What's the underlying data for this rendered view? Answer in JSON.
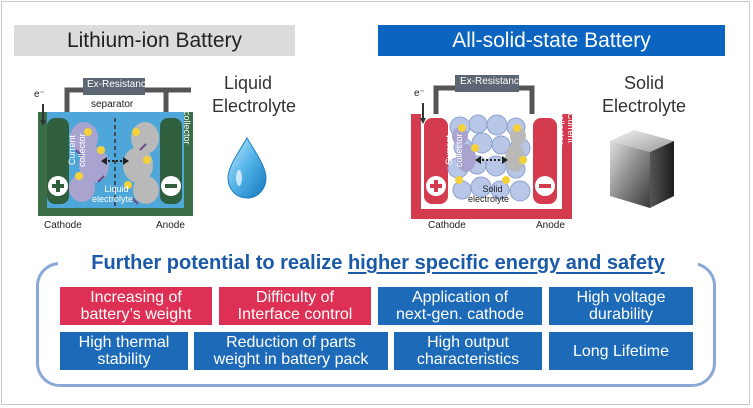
{
  "left_panel": {
    "title": "Lithium-ion Battery",
    "electrolyte_line1": "Liquid",
    "electrolyte_line2": "Electrolyte",
    "resistance_label": "Ex-Resistance",
    "separator_label": "separator",
    "collector_label_1": "Current",
    "collector_label_2": "collector",
    "liquid_label_1": "Liquid",
    "liquid_label_2": "electrolyte",
    "cathode_label": "Cathode",
    "anode_label": "Anode",
    "electron_label": "e⁻"
  },
  "right_panel": {
    "title": "All-solid-state Battery",
    "electrolyte_line1": "Solid",
    "electrolyte_line2": "Electrolyte",
    "resistance_label": "Ex-Resistance",
    "collector_label_1": "Current",
    "collector_label_2": "collector",
    "solid_label_1": "Solid",
    "solid_label_2": "electrolyte",
    "cathode_label": "Cathode",
    "anode_label": "Anode",
    "electron_label": "e⁻"
  },
  "potential": {
    "prefix": "Further potential to realize ",
    "underlined": "higher specific energy and safety"
  },
  "boxes": {
    "b1_line1": "Increasing of",
    "b1_line2": "battery’s weight",
    "b2_line1": "Difficulty of",
    "b2_line2": "Interface control",
    "b3_line1": "Application of",
    "b3_line2": "next-gen. cathode",
    "b4_line1": "High voltage",
    "b4_line2": "durability",
    "b5_line1": "High thermal",
    "b5_line2": "stability",
    "b6_line1": "Reduction of parts",
    "b6_line2": "weight in battery pack",
    "b7_line1": "High output",
    "b7_line2": "characteristics",
    "b8_line1": "Long Lifetime"
  },
  "colors": {
    "red_box": "#dd3054",
    "blue_box": "#1d6bb8",
    "header_blue": "#0a64c0",
    "header_gray": "#dcdcdc",
    "liquid_cell": "#4ea7d8",
    "solid_cell_frame": "#d43b4f",
    "collector_green": "#2f5f3c"
  }
}
